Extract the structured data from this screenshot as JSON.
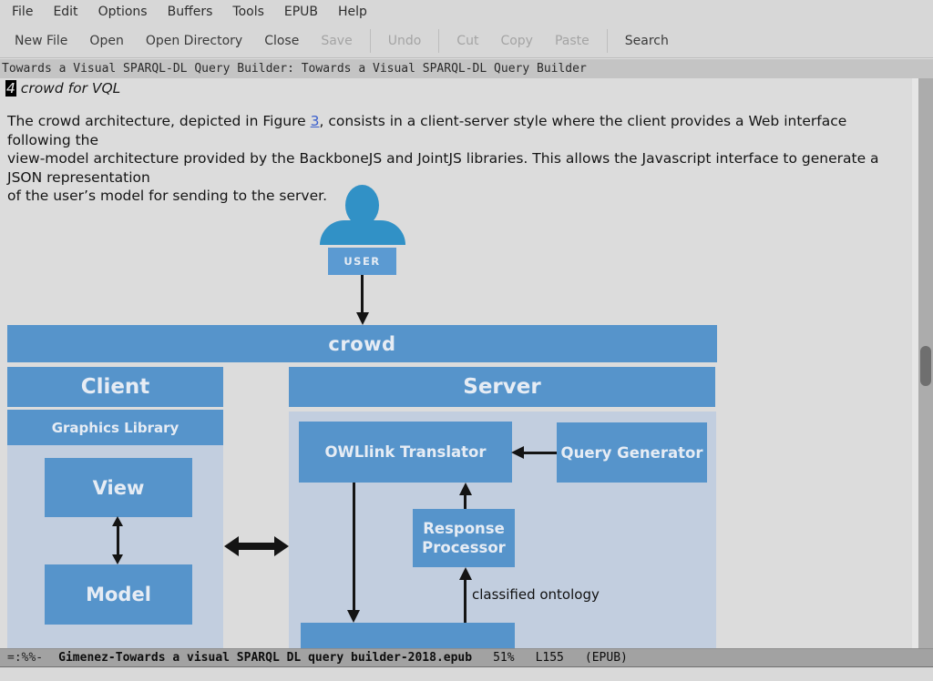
{
  "colors": {
    "box_blue": "#5694cb",
    "panel_blue": "#c2cedf",
    "person_blue": "#3191c6",
    "user_box_blue": "#5b9ad2",
    "box_text": "#e6ecf4",
    "arrow_black": "#141414",
    "link_blue": "#3a5fcd"
  },
  "menu_bar": {
    "items": [
      "File",
      "Edit",
      "Options",
      "Buffers",
      "Tools",
      "EPUB",
      "Help"
    ]
  },
  "toolbar": {
    "items": [
      {
        "label": "New File",
        "enabled": true
      },
      {
        "label": "Open",
        "enabled": true
      },
      {
        "label": "Open Directory",
        "enabled": true
      },
      {
        "label": "Close",
        "enabled": true
      },
      {
        "label": "Save",
        "enabled": false
      },
      {
        "label": "Undo",
        "enabled": false
      },
      {
        "label": "Cut",
        "enabled": false
      },
      {
        "label": "Copy",
        "enabled": false
      },
      {
        "label": "Paste",
        "enabled": false
      },
      {
        "label": "Search",
        "enabled": true
      }
    ]
  },
  "header_line": {
    "text": "Towards a Visual SPARQL-DL Query Builder: Towards a Visual SPARQL-DL Query Builder"
  },
  "document": {
    "heading": {
      "cursor_char": "4",
      "rest": " crowd for VQL"
    },
    "paragraph": {
      "line1_before_link": "The crowd architecture, depicted in Figure ",
      "figure_link": "3",
      "line1_after_link": ", consists in a client-server style where the client provides a Web interface following the",
      "line2": "view-model architecture provided by the BackboneJS and JointJS libraries. This allows the Javascript interface to generate a JSON representation",
      "line3": "of the user’s model for sending to the server."
    }
  },
  "diagram": {
    "user_label": "USER",
    "crowd_label": "crowd",
    "client": {
      "title": "Client",
      "graphics_library": "Graphics Library",
      "view": "View",
      "model": "Model"
    },
    "server": {
      "title": "Server",
      "owllink_translator": "OWLlink Translator",
      "query_generator": "Query Generator",
      "response_processor": "Response Processor",
      "classified_ontology": "classified ontology"
    }
  },
  "mode_line": {
    "prefix": "=:%%-",
    "buffer_name": "Gimenez-Towards a visual SPARQL DL query builder-2018.epub",
    "position_percent": "51%",
    "line_number": "L155",
    "major_mode": "(EPUB)"
  }
}
